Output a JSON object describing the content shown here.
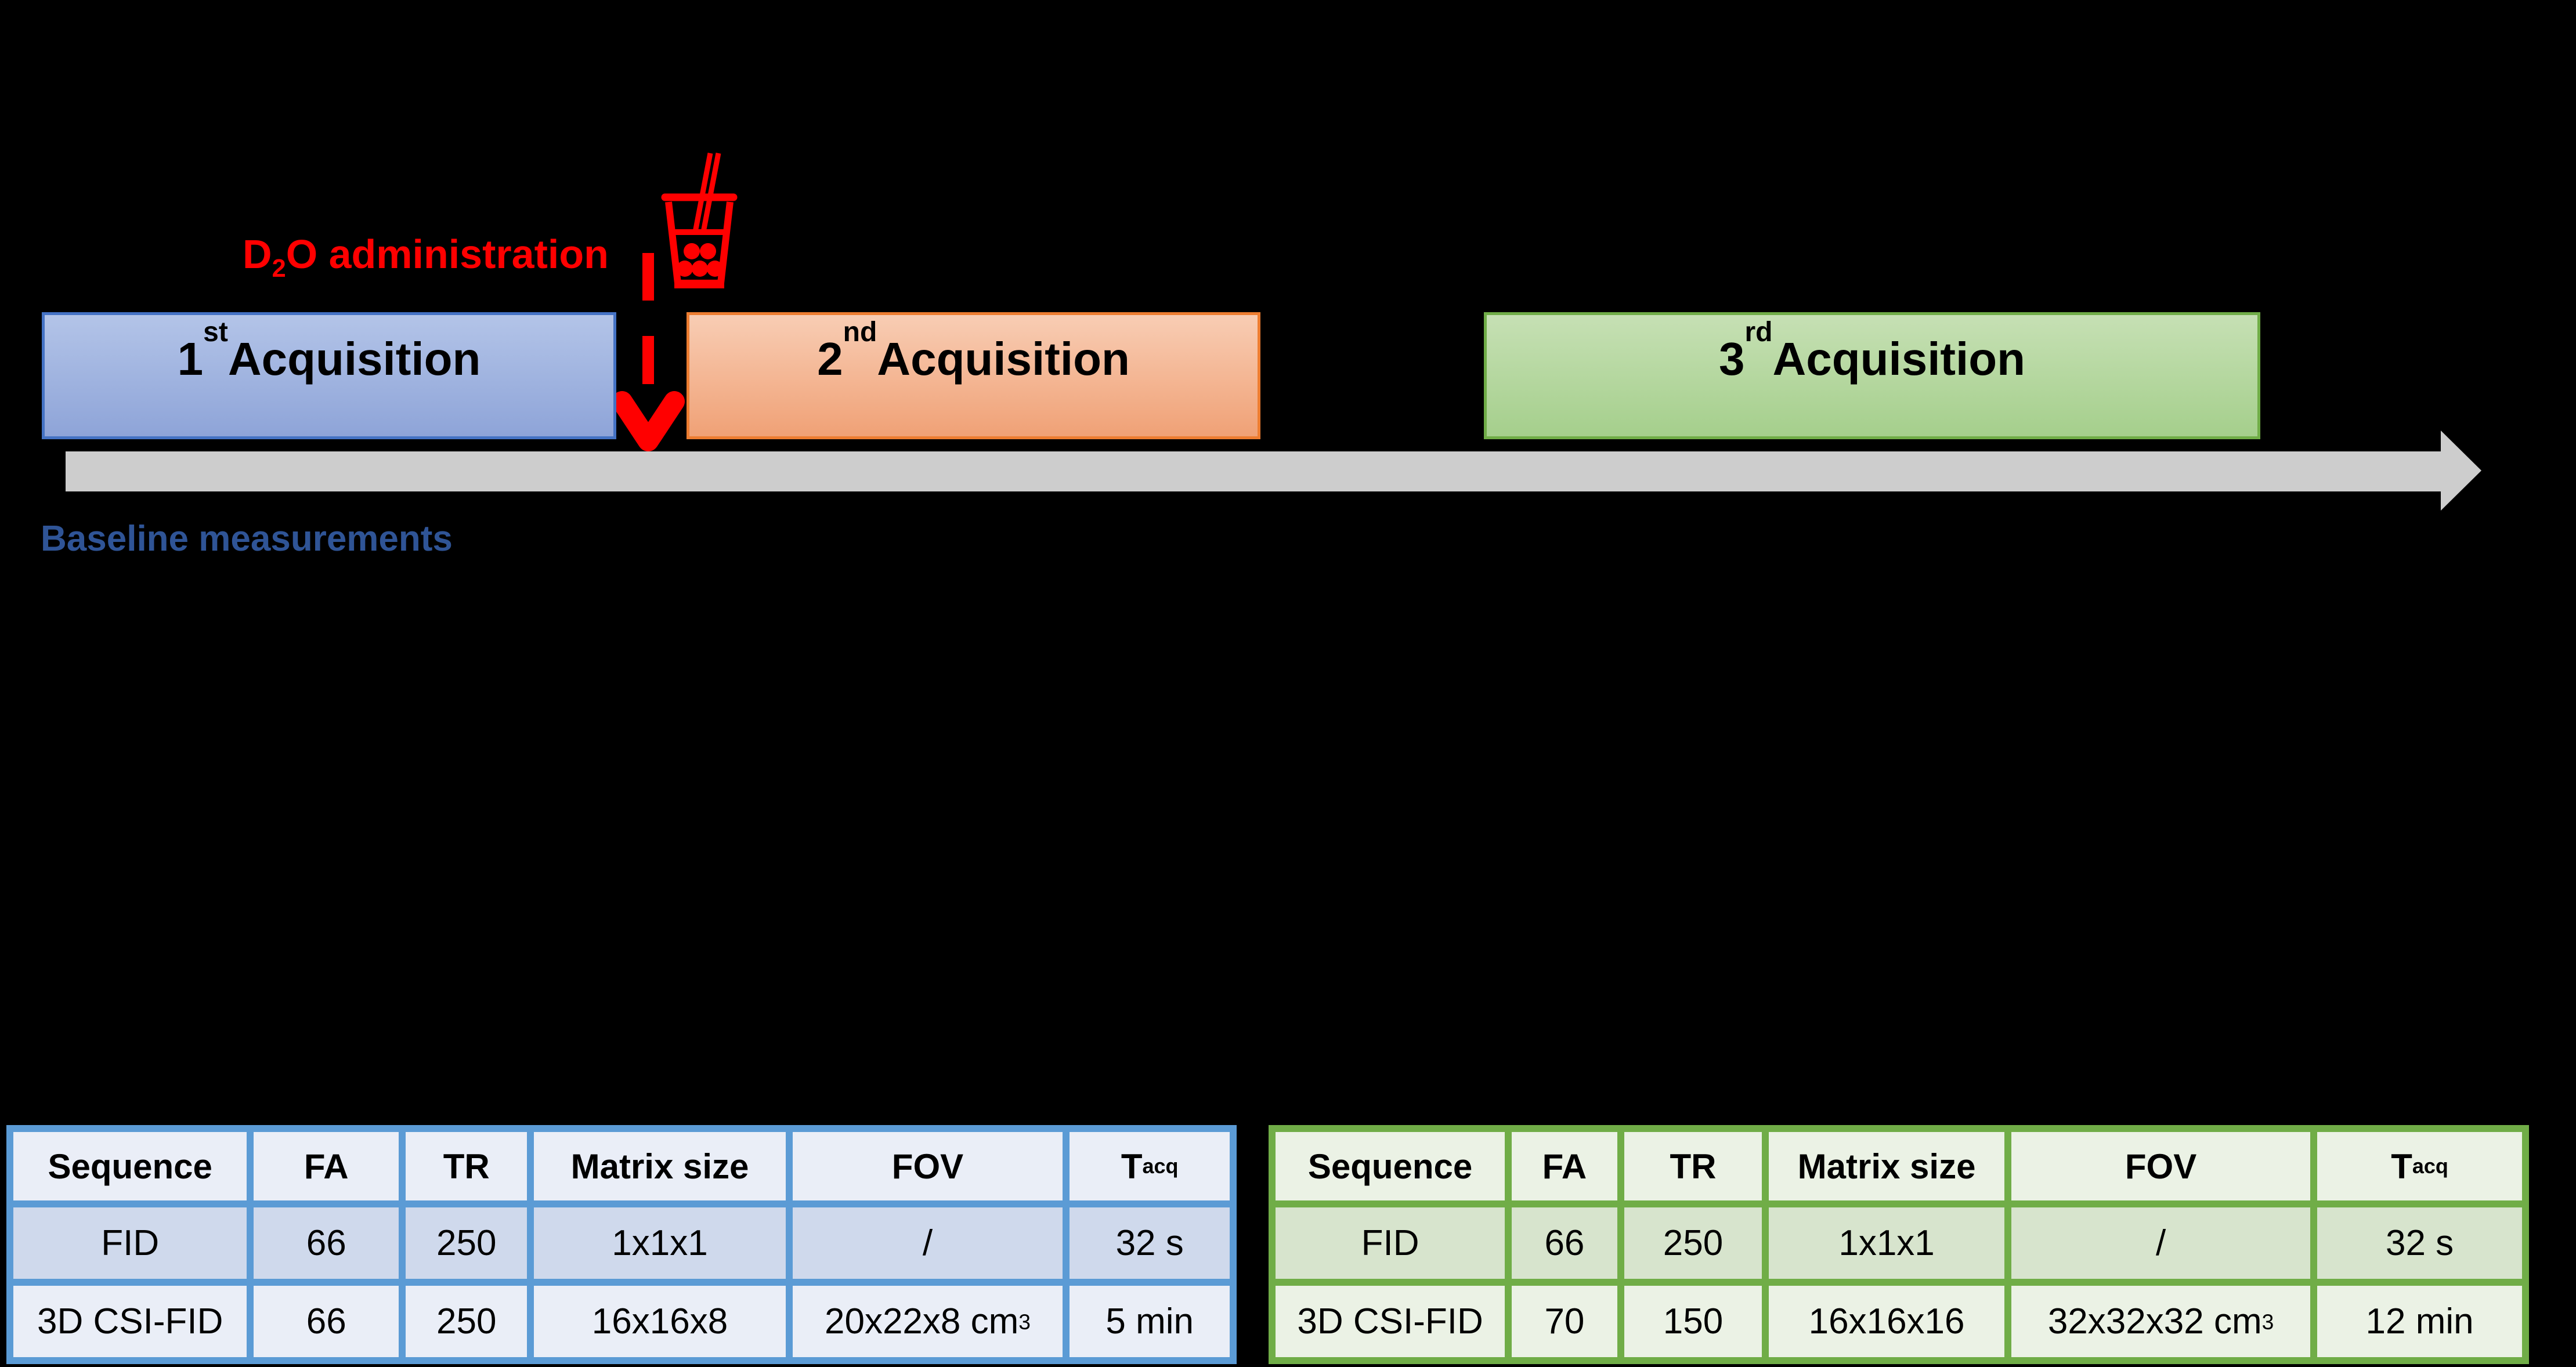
{
  "figure": {
    "d2o": {
      "base": "D",
      "sub": "2",
      "rest": "O administration"
    },
    "acquisitions": [
      {
        "num": "1",
        "ord": "st",
        "word": " Acquisition"
      },
      {
        "num": "2",
        "ord": "nd",
        "word": " Acquisition"
      },
      {
        "num": "3",
        "ord": "rd",
        "word": " Acquisition"
      }
    ],
    "baseline": "Baseline measurements",
    "icons": {
      "cup": "bubble-tea-cup-icon",
      "timeline": "timeline-arrow",
      "d2o_arrow": "d2o-dashed-arrow"
    },
    "colors": {
      "red": "#FF0000",
      "blue_box_fill": "#8EA4D8",
      "blue_box_border": "#4472C4",
      "orange_box_fill": "#F0A176",
      "orange_box_border": "#ED7D31",
      "green_box_fill": "#A5CF8C",
      "green_box_border": "#70AD47",
      "timeline_gray": "#CDCDCD",
      "baseline_text_blue": "#2F5496",
      "left_table_border": "#5B9BD5",
      "right_table_border": "#70AD47"
    }
  },
  "tables": [
    {
      "theme": "blue",
      "headers": {
        "sequence": "Sequence",
        "fa": "FA",
        "tr": "TR",
        "matrix": "Matrix size",
        "fov": "FOV",
        "tacq_base": "T",
        "tacq_sub": "acq"
      },
      "rows": [
        {
          "sequence": "FID",
          "fa": "66",
          "tr": "250",
          "matrix": "1x1x1",
          "fov_main": "/",
          "fov_sup": "",
          "tacq": "32 s"
        },
        {
          "sequence": "3D CSI-FID",
          "fa": "66",
          "tr": "250",
          "matrix": "16x16x8",
          "fov_main": "20x22x8 cm",
          "fov_sup": "3",
          "tacq": "5 min"
        }
      ]
    },
    {
      "theme": "green",
      "headers": {
        "sequence": "Sequence",
        "fa": "FA",
        "tr": "TR",
        "matrix": "Matrix size",
        "fov": "FOV",
        "tacq_base": "T",
        "tacq_sub": "acq"
      },
      "rows": [
        {
          "sequence": "FID",
          "fa": "66",
          "tr": "250",
          "matrix": "1x1x1",
          "fov_main": "/",
          "fov_sup": "",
          "tacq": "32 s"
        },
        {
          "sequence": "3D CSI-FID",
          "fa": "70",
          "tr": "150",
          "matrix": "16x16x16",
          "fov_main": "32x32x32 cm",
          "fov_sup": "3",
          "tacq": "12 min"
        }
      ]
    }
  ]
}
